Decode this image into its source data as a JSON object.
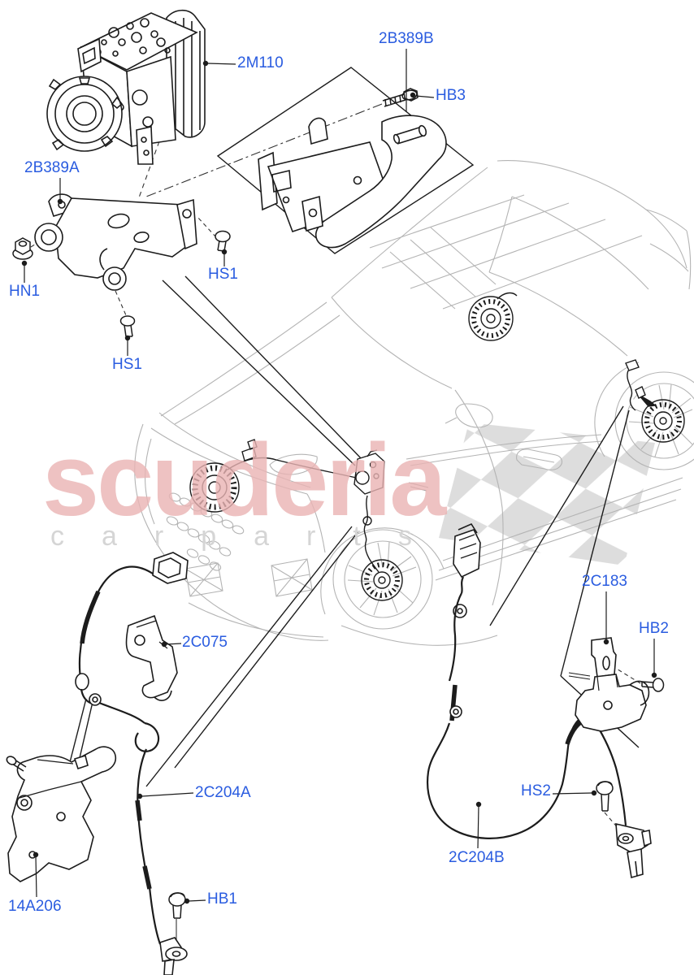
{
  "document": {
    "type": "parts-diagram",
    "description": "Anti-lock braking system exploded parts diagram with vehicle overview"
  },
  "watermark": {
    "brand": "scuderia",
    "sub_letters": "carparts",
    "brand_color": "#eab4b4",
    "sub_color": "#d5d5d5"
  },
  "labels": {
    "abs_module": "2M110",
    "bracket_b": "2B389B",
    "bolt_hb3": "HB3",
    "bracket_a": "2B389A",
    "nut_hn1": "HN1",
    "screw_hs1_right": "HS1",
    "screw_hs1_bottom": "HS1",
    "bracket_2c075": "2C075",
    "front_sensor_harness": "2C204A",
    "bracket_14a206": "14A206",
    "bolt_hb1": "HB1",
    "bracket_2c183": "2C183",
    "bolt_hb2": "HB2",
    "screw_hs2": "HS2",
    "rear_sensor_harness": "2C204B"
  },
  "colors": {
    "label_blue": "#2a5ce0",
    "part_line": "#1c1c1c",
    "car_line": "#b4b4b4",
    "checker_gray": "#d9d9d9"
  }
}
